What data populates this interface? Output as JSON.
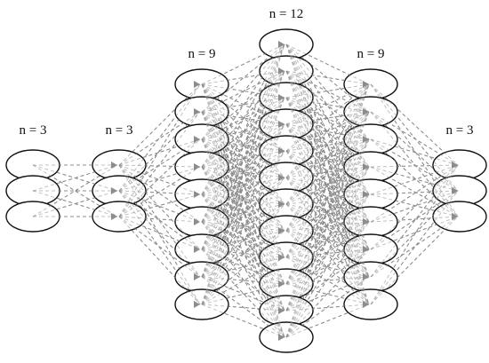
{
  "layers": [
    {
      "id": "input",
      "label": "n = 3",
      "neurons": 3
    },
    {
      "id": "hidden-1",
      "label": "n = 3",
      "neurons": 3
    },
    {
      "id": "hidden-2",
      "label": "n = 9",
      "neurons": 9
    },
    {
      "id": "hidden-3",
      "label": "n = 12",
      "neurons": 12
    },
    {
      "id": "hidden-4",
      "label": "n = 9",
      "neurons": 9
    },
    {
      "id": "output",
      "label": "n = 3",
      "neurons": 3
    }
  ],
  "colors": {
    "neuron_stroke": "#111111",
    "neuron_fill": "#ffffff",
    "connection": "#8c8c8c",
    "label_text": "#111111"
  },
  "connection_style": "dashed-arrows"
}
